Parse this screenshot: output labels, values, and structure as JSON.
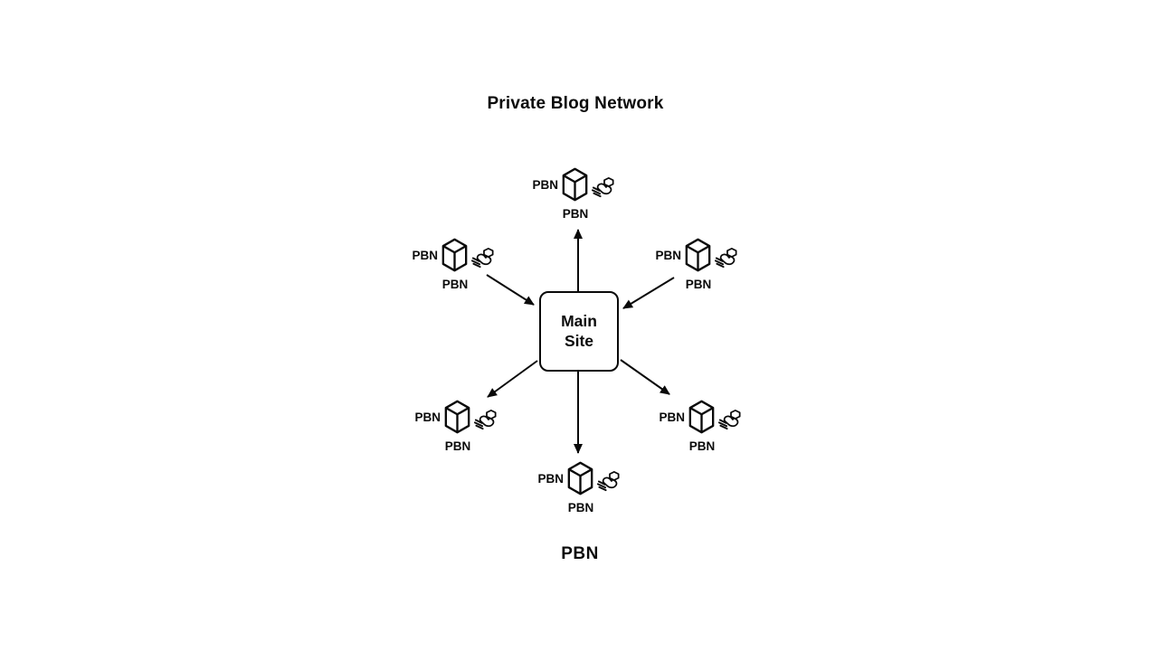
{
  "title": "Private Blog Network",
  "main_site": {
    "line1": "Main",
    "line2": "Site"
  },
  "nodes": [
    {
      "id": "top",
      "side_label": "PBN",
      "below_label": "PBN"
    },
    {
      "id": "upper-left",
      "side_label": "PBN",
      "below_label": "PBN"
    },
    {
      "id": "upper-right",
      "side_label": "PBN",
      "below_label": "PBN"
    },
    {
      "id": "lower-left",
      "side_label": "PBN",
      "below_label": "PBN"
    },
    {
      "id": "lower-right",
      "side_label": "PBN",
      "below_label": "PBN"
    },
    {
      "id": "bottom",
      "side_label": "PBN",
      "below_label": "PBN"
    }
  ],
  "edges": [
    {
      "from": "main-site",
      "to": "top-pbn"
    },
    {
      "from": "upper-left-pbn",
      "to": "main-site"
    },
    {
      "from": "upper-right-pbn",
      "to": "main-site"
    },
    {
      "from": "main-site",
      "to": "lower-left-pbn"
    },
    {
      "from": "main-site",
      "to": "lower-right-pbn"
    },
    {
      "from": "main-site",
      "to": "bottom-pbn"
    }
  ],
  "footer_label": "PBN",
  "icons": {
    "cube": "package-icon",
    "hand": "hand-offer-icon"
  },
  "colors": {
    "ink": "#0a0a0a",
    "background": "#ffffff"
  }
}
